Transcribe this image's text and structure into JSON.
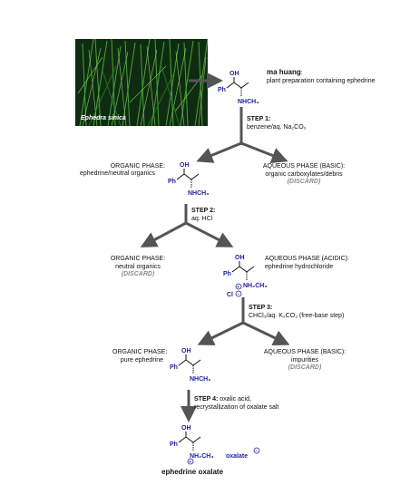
{
  "photo": {
    "caption": "Ephedra sinica"
  },
  "source": {
    "title": "ma huang",
    "description": "plant preparation containing ephedrine"
  },
  "steps": [
    {
      "title": "STEP 1:",
      "text": "benzene/aq. Na₂CO₃"
    },
    {
      "title": "STEP 2:",
      "text": "aq. HCl"
    },
    {
      "title": "STEP 3:",
      "text": "CHCl₃/aq. K₂CO₃ (free-base step)"
    },
    {
      "title": "STEP 4:",
      "text": "oxalic acid,",
      "text2": "recrystallization of oxalate salt"
    }
  ],
  "phases": {
    "p1_organic": {
      "title": "ORGANIC PHASE:",
      "desc": "ephedrine/neutral organics"
    },
    "p1_aqueous": {
      "title": "AQUEOUS PHASE (BASIC):",
      "desc": "organic carboxylates/debris",
      "discard": "(DISCARD)"
    },
    "p2_organic": {
      "title": "ORGANIC PHASE:",
      "desc": "neutral organics",
      "discard": "(DISCARD)"
    },
    "p2_aqueous": {
      "title": "AQUEOUS PHASE (ACIDIC):",
      "desc": "ephedrine hydrochloride"
    },
    "p3_organic": {
      "title": "ORGANIC PHASE:",
      "desc": "pure ephedrine"
    },
    "p3_aqueous": {
      "title": "AQUEOUS PHASE (BASIC):",
      "desc": "impurities",
      "discard": "(DISCARD)"
    }
  },
  "molecules": {
    "oh": "OH",
    "ph": "Ph",
    "nhch3": "NHCH₃",
    "nh2ch3": "NH₂CH₃",
    "cl": "Cl",
    "oxalate": "oxalate"
  },
  "final_label": "ephedrine oxalate",
  "colors": {
    "structure": "#1f1fa0",
    "arrow": "#555555",
    "discard": "#8a8a8a"
  }
}
